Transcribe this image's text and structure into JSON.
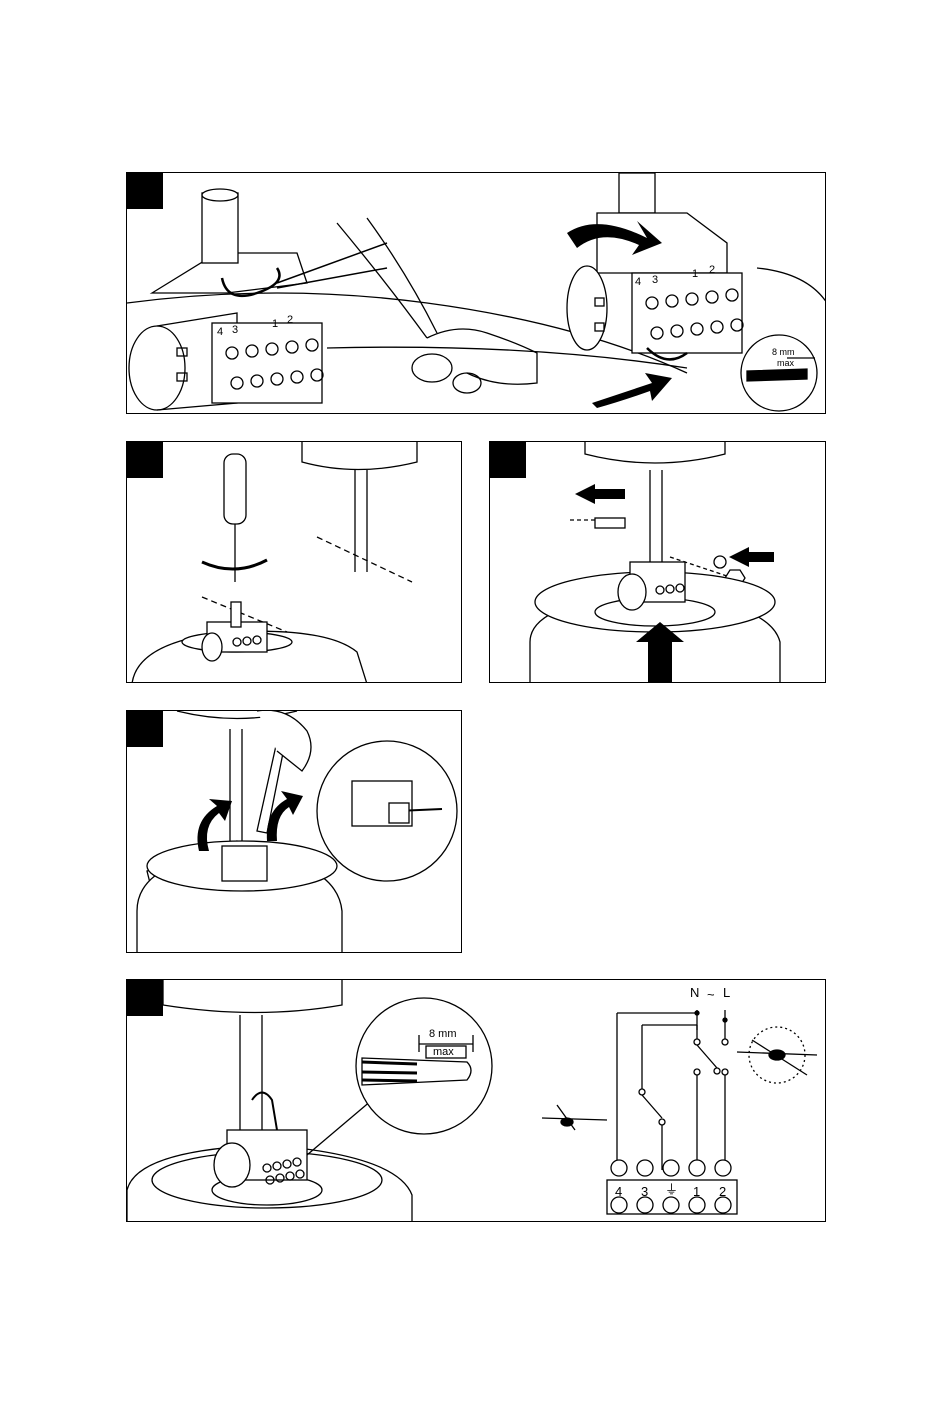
{
  "panels": {
    "p1": {
      "terminal_numbers": [
        "4",
        "3",
        "1",
        "2"
      ],
      "strip_length": "8 mm",
      "strip_limit": "max"
    },
    "p5": {
      "strip_length": "8 mm",
      "strip_limit": "max",
      "supply_n": "N",
      "supply_tilde": "~",
      "supply_l": "L",
      "terminal_numbers": [
        "4",
        "3",
        "1",
        "2"
      ],
      "earth_symbol": "⏚"
    }
  },
  "colors": {
    "ink": "#000000",
    "paper": "#ffffff",
    "shade": "#e8e8e8"
  },
  "icons": [
    "scissors-icon",
    "screwdriver-icon",
    "wrench-icon",
    "arrow-icon",
    "ceiling-fan-icon",
    "switch-icon"
  ]
}
